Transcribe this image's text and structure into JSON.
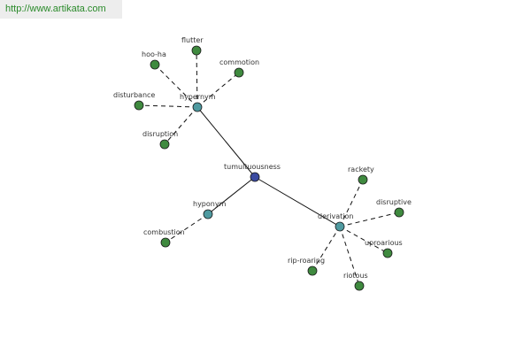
{
  "source_url": "http://www.artikata.com",
  "colors": {
    "center_node": "#3a4aa0",
    "relation_node": "#4f9aa0",
    "leaf_node": "#3f8a3f",
    "edge": "#111111"
  },
  "graph": {
    "center": {
      "id": "center",
      "label": "tumultuousness",
      "kind": "center"
    },
    "relations": [
      {
        "id": "hypernym",
        "label": "hypernym",
        "kind": "relation"
      },
      {
        "id": "hyponym",
        "label": "hyponym",
        "kind": "relation"
      },
      {
        "id": "derivation",
        "label": "derivation",
        "kind": "relation"
      }
    ],
    "leaves": [
      {
        "id": "hoo-ha",
        "label": "hoo-ha",
        "parent": "hypernym"
      },
      {
        "id": "flutter",
        "label": "flutter",
        "parent": "hypernym"
      },
      {
        "id": "commotion",
        "label": "commotion",
        "parent": "hypernym"
      },
      {
        "id": "disturbance",
        "label": "disturbance",
        "parent": "hypernym"
      },
      {
        "id": "disruption",
        "label": "disruption",
        "parent": "hypernym"
      },
      {
        "id": "combustion",
        "label": "combustion",
        "parent": "hyponym"
      },
      {
        "id": "rackety",
        "label": "rackety",
        "parent": "derivation"
      },
      {
        "id": "disruptive",
        "label": "disruptive",
        "parent": "derivation"
      },
      {
        "id": "uproarious",
        "label": "uproarious",
        "parent": "derivation"
      },
      {
        "id": "riotous",
        "label": "riotous",
        "parent": "derivation"
      },
      {
        "id": "rip-roaring",
        "label": "rip-roaring",
        "parent": "derivation"
      }
    ]
  }
}
